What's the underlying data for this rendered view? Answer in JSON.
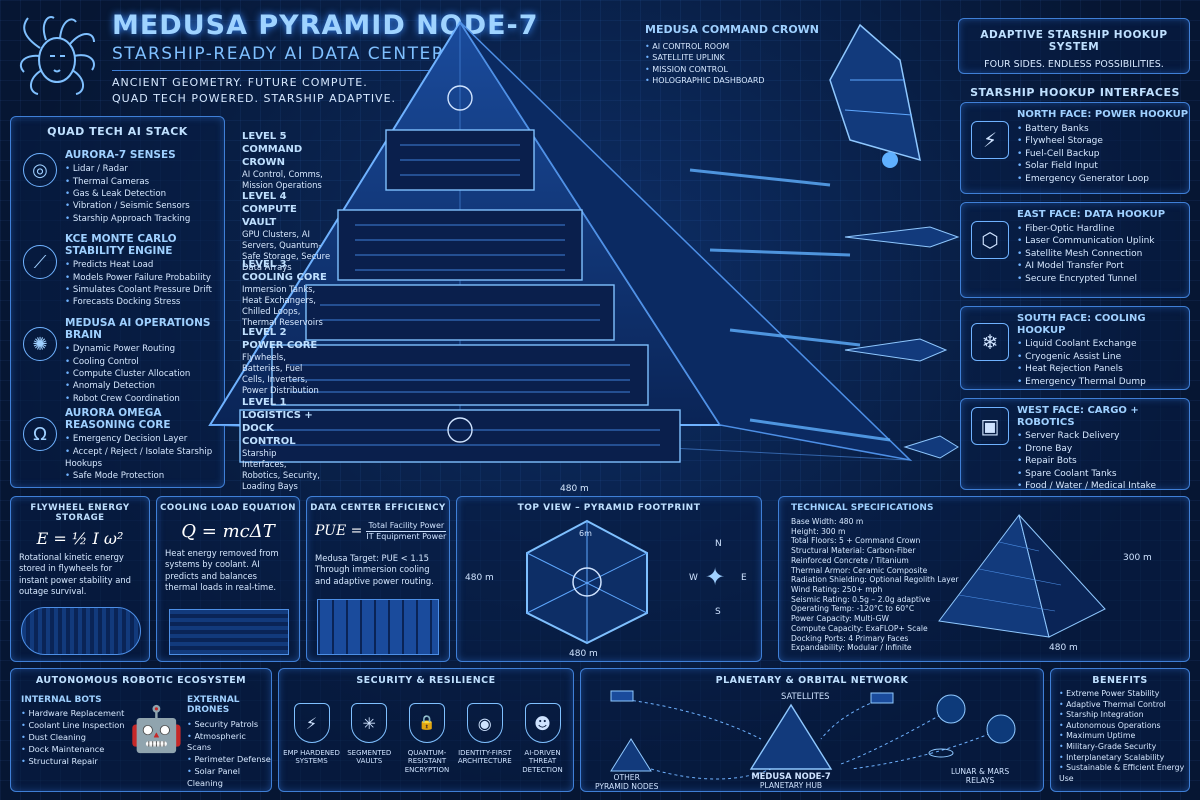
{
  "header": {
    "title": "MEDUSA PYRAMID NODE-7",
    "subtitle": "STARSHIP-READY AI DATA CENTER",
    "tagline1": "ANCIENT GEOMETRY. FUTURE COMPUTE.",
    "tagline2": "QUAD TECH POWERED. STARSHIP ADAPTIVE."
  },
  "crown": {
    "title": "MEDUSA COMMAND CROWN",
    "items": [
      "AI CONTROL ROOM",
      "SATELLITE UPLINK",
      "MISSION CONTROL",
      "HOLOGRAPHIC DASHBOARD"
    ]
  },
  "adaptive": {
    "title": "ADAPTIVE STARSHIP HOOKUP SYSTEM",
    "subtitle": "FOUR SIDES. ENDLESS POSSIBILITIES."
  },
  "quad": {
    "title": "QUAD TECH AI STACK",
    "items": [
      {
        "name": "AURORA-7 SENSES",
        "bullets": [
          "Lidar / Radar",
          "Thermal Cameras",
          "Gas & Leak Detection",
          "Vibration / Seismic Sensors",
          "Starship Approach Tracking"
        ]
      },
      {
        "name": "KCE MONTE CARLO STABILITY ENGINE",
        "bullets": [
          "Predicts Heat Load",
          "Models Power Failure Probability",
          "Simulates Coolant Pressure Drift",
          "Forecasts Docking Stress"
        ]
      },
      {
        "name": "MEDUSA AI OPERATIONS BRAIN",
        "bullets": [
          "Dynamic Power Routing",
          "Cooling Control",
          "Compute Cluster Allocation",
          "Anomaly Detection",
          "Robot Crew Coordination"
        ]
      },
      {
        "name": "AURORA OMEGA REASONING CORE",
        "bullets": [
          "Emergency Decision Layer",
          "Accept / Reject / Isolate Starship Hookups",
          "Safe Mode Protection"
        ]
      }
    ]
  },
  "levels": [
    {
      "name": "LEVEL 5",
      "title": "COMMAND CROWN",
      "desc": "AI Control, Comms, Mission Operations"
    },
    {
      "name": "LEVEL 4",
      "title": "COMPUTE VAULT",
      "desc": "GPU Clusters, AI Servers, Quantum-Safe Storage, Secure Data Arrays"
    },
    {
      "name": "LEVEL 3",
      "title": "COOLING CORE",
      "desc": "Immersion Tanks, Heat Exchangers, Chilled Loops, Thermal Reservoirs"
    },
    {
      "name": "LEVEL 2",
      "title": "POWER CORE",
      "desc": "Flywheels, Batteries, Fuel Cells, Inverters, Power Distribution"
    },
    {
      "name": "LEVEL 1",
      "title": "LOGISTICS + DOCK CONTROL",
      "desc": "Starship Interfaces, Robotics, Security, Loading Bays"
    }
  ],
  "base_width_label": "480 m",
  "hookup": {
    "title": "STARSHIP HOOKUP INTERFACES",
    "faces": [
      {
        "name": "NORTH FACE: POWER HOOKUP",
        "icon": "lightning-icon",
        "glyph": "⚡",
        "bullets": [
          "Battery Banks",
          "Flywheel Storage",
          "Fuel-Cell Backup",
          "Solar Field Input",
          "Emergency Generator Loop"
        ]
      },
      {
        "name": "EAST FACE: DATA HOOKUP",
        "icon": "network-icon",
        "glyph": "⬡",
        "bullets": [
          "Fiber-Optic Hardline",
          "Laser Communication Uplink",
          "Satellite Mesh Connection",
          "AI Model Transfer Port",
          "Secure Encrypted Tunnel"
        ]
      },
      {
        "name": "SOUTH FACE: COOLING HOOKUP",
        "icon": "snowflake-icon",
        "glyph": "❄",
        "bullets": [
          "Liquid Coolant Exchange",
          "Cryogenic Assist Line",
          "Heat Rejection Panels",
          "Emergency Thermal Dump"
        ]
      },
      {
        "name": "WEST FACE: CARGO + ROBOTICS",
        "icon": "cargo-icon",
        "glyph": "▣",
        "bullets": [
          "Server Rack Delivery",
          "Drone Bay",
          "Repair Bots",
          "Spare Coolant Tanks",
          "Food / Water / Medical Intake"
        ]
      }
    ]
  },
  "flywheel": {
    "title": "FLYWHEEL ENERGY STORAGE",
    "desc": "Rotational kinetic energy stored in flywheels for instant power stability and outage survival."
  },
  "cooling": {
    "title": "COOLING LOAD EQUATION",
    "equation": "Q = mcΔT",
    "desc": "Heat energy removed from systems by coolant. AI predicts and balances thermal loads in real-time."
  },
  "efficiency": {
    "title": "DATA CENTER EFFICIENCY",
    "pue": "PUE =",
    "num": "Total Facility Power",
    "den": "IT Equipment Power",
    "desc": "Medusa Target: PUE < 1.15 Through immersion cooling and adaptive power routing."
  },
  "topview": {
    "title": "TOP VIEW – PYRAMID FOOTPRINT",
    "top": "6m",
    "width": "480 m",
    "bottom": "480 m",
    "compass": [
      "N",
      "E",
      "S",
      "W"
    ]
  },
  "specs": {
    "title": "TECHNICAL SPECIFICATIONS",
    "lines": [
      "Base Width:  480 m",
      "Height:  300 m",
      "Total Floors:  5 + Command Crown",
      "Structural Material:  Carbon-Fiber",
      "Reinforced Concrete / Titanium",
      "Thermal Armor:  Ceramic Composite",
      "Radiation Shielding:  Optional Regolith Layer",
      "Wind Rating:  250+ mph",
      "Seismic Rating:  0.5g – 2.0g adaptive",
      "Operating Temp:  -120°C to 60°C",
      "Power Capacity:  Multi-GW",
      "Compute Capacity:  ExaFLOP+ Scale",
      "Docking Ports:  4 Primary Faces",
      "Expandability:  Modular / Infinite"
    ],
    "height_label": "300 m",
    "width_label": "480 m"
  },
  "robotic": {
    "title": "AUTONOMOUS ROBOTIC ECOSYSTEM",
    "internal": "INTERNAL BOTS",
    "internal_items": [
      "Hardware Replacement",
      "Coolant Line Inspection",
      "Dust Cleaning",
      "Dock Maintenance",
      "Structural Repair"
    ],
    "external": "EXTERNAL DRONES",
    "external_items": [
      "Security Patrols",
      "Atmospheric Scans",
      "Perimeter Defense",
      "Solar Panel Cleaning"
    ]
  },
  "security": {
    "title": "SECURITY & RESILIENCE",
    "items": [
      {
        "label": "EMP HARDENED SYSTEMS",
        "icon": "emp-shield-icon",
        "glyph": "⚡"
      },
      {
        "label": "SEGMENTED VAULTS",
        "icon": "vault-shield-icon",
        "glyph": "✳"
      },
      {
        "label": "QUANTUM-RESISTANT ENCRYPTION",
        "icon": "lock-shield-icon",
        "glyph": "🔒"
      },
      {
        "label": "IDENTITY-FIRST ARCHITECTURE",
        "icon": "identity-shield-icon",
        "glyph": "◉"
      },
      {
        "label": "AI-DRIVEN THREAT DETECTION",
        "icon": "ai-shield-icon",
        "glyph": "☻"
      }
    ]
  },
  "network": {
    "title": "PLANETARY & ORBITAL NETWORK",
    "satellites": "SATELLITES",
    "hub": "MEDUSA NODE-7",
    "hub_sub": "PLANETARY HUB",
    "other": "OTHER",
    "other_sub": "PYRAMID NODES",
    "relays": "LUNAR & MARS",
    "relays_sub": "RELAYS"
  },
  "benefits": {
    "title": "BENEFITS",
    "items": [
      "Extreme Power Stability",
      "Adaptive Thermal Control",
      "Starship Integration",
      "Autonomous Operations",
      "Maximum Uptime",
      "Military-Grade Security",
      "Interplanetary Scalability",
      "Sustainable & Efficient Energy Use"
    ]
  }
}
